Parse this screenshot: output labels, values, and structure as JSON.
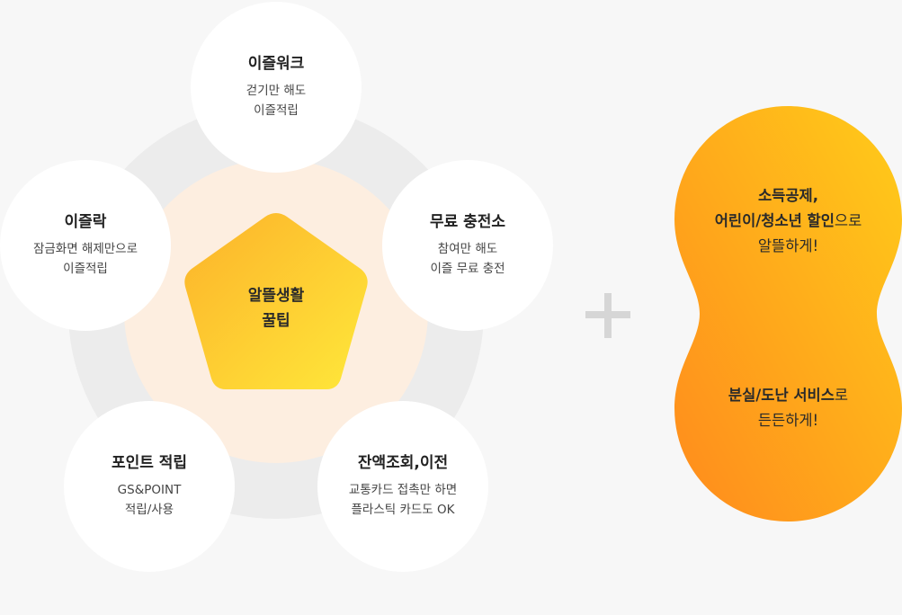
{
  "center": {
    "line1": "알뜰생활",
    "line2": "꿀팁"
  },
  "features": [
    {
      "title": "이즐워크",
      "desc1": "걷기만 해도",
      "desc2": "이즐적립"
    },
    {
      "title": "무료 충전소",
      "desc1": "참여만 해도",
      "desc2": "이즐 무료 충전"
    },
    {
      "title": "이즐락",
      "desc1": "잠금화면 해제만으로",
      "desc2": "이즐적립"
    },
    {
      "title": "포인트 적립",
      "desc1": "GS&POINT",
      "desc2": "적립/사용"
    },
    {
      "title": "잔액조회,이전",
      "desc1": "교통카드 접촉만 하면",
      "desc2": "플라스틱 카드도 OK"
    }
  ],
  "plus_icon": "plus-icon",
  "benefits": {
    "top": {
      "line1": "소득공제,",
      "line2_bold": "어린이/청소년 할인",
      "line2_rest": "으로",
      "line3": "알뜰하게!"
    },
    "bottom": {
      "line1_bold": "분실/도난 서비스",
      "line1_rest": "로",
      "line2": "든든하게!"
    }
  },
  "colors": {
    "background": "#f7f7f7",
    "ring": "#ececec",
    "inner_circle": "#fdeee0",
    "pentagon_start": "#fcb22a",
    "pentagon_end": "#ffe83a",
    "peanut_start": "#ff8a1c",
    "peanut_end": "#ffcc1a"
  }
}
